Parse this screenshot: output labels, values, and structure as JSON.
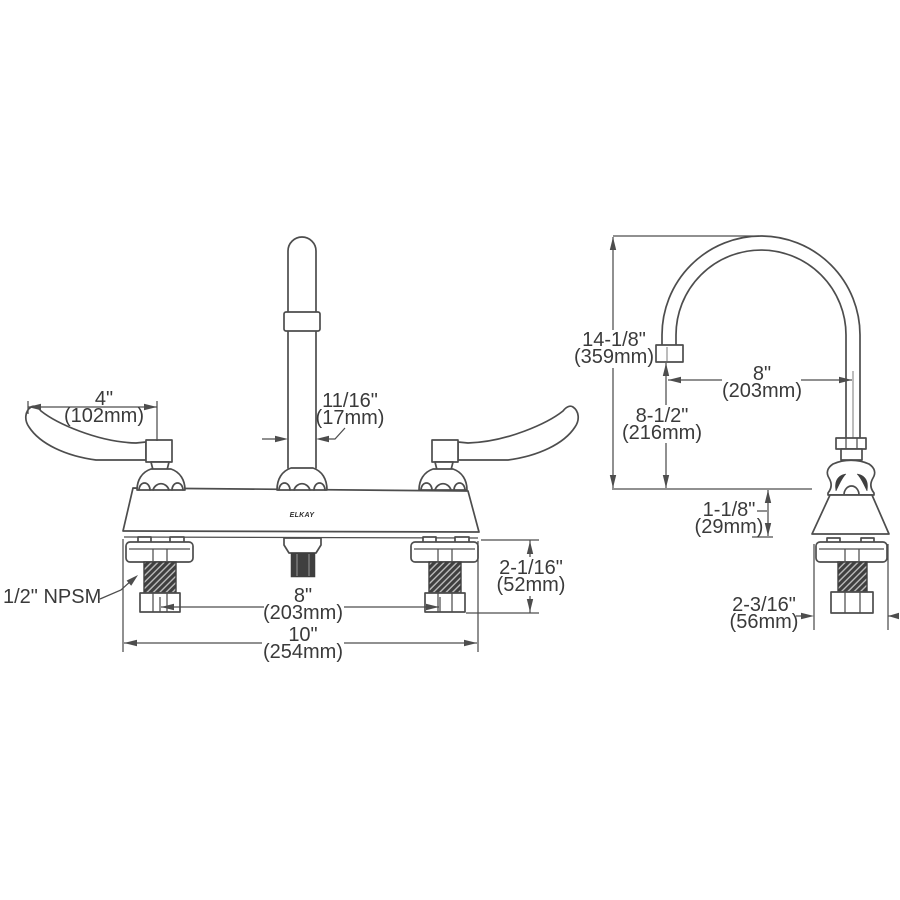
{
  "front_view": {
    "brand": "ELKAY",
    "handle_width": {
      "inches": "4\"",
      "metric": "(102mm)"
    },
    "spout_pipe_width": {
      "inches": "11/16\"",
      "metric": "(17mm)"
    },
    "thread_label": "1/2\" NPSM",
    "below_deck_height": {
      "inches": "2-1/16\"",
      "metric": "(52mm)"
    },
    "faucet_hole_centers": {
      "inches": "8\"",
      "metric": "(203mm)"
    },
    "base_width": {
      "inches": "10\"",
      "metric": "(254mm)"
    }
  },
  "side_view": {
    "overall_height": {
      "inches": "14-1/8\"",
      "metric": "(359mm)"
    },
    "spout_reach": {
      "inches": "8\"",
      "metric": "(203mm)"
    },
    "spout_outlet_height": {
      "inches": "8-1/2\"",
      "metric": "(216mm)"
    },
    "deck_body_height": {
      "inches": "1-1/8\"",
      "metric": "(29mm)"
    },
    "base_depth": {
      "inches": "2-3/16\"",
      "metric": "(56mm)"
    }
  },
  "colors": {
    "line": "#4d4d4d",
    "text": "#3a3a3a",
    "background": "#ffffff"
  }
}
